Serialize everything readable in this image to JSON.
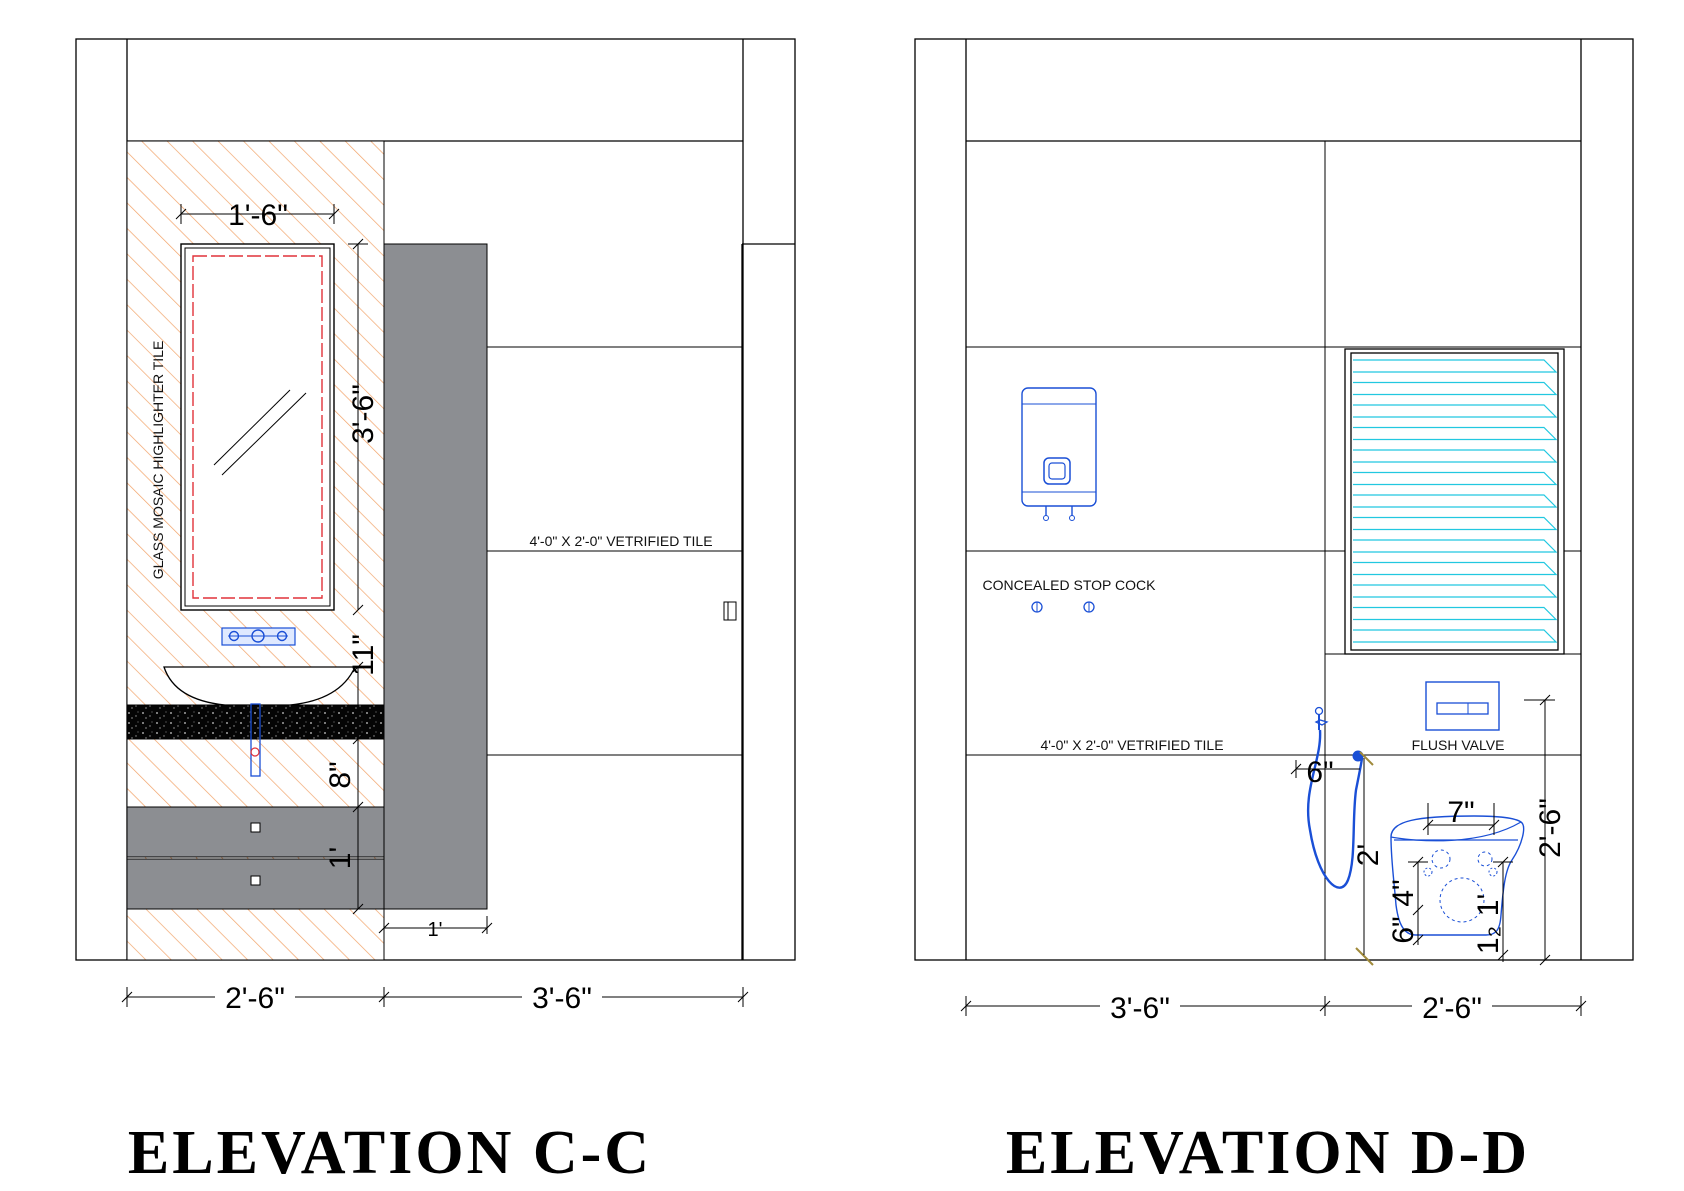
{
  "elevation_cc": {
    "title": "ELEVATION C-C",
    "highlighter_label": "GLASS MOSAIC HIGHLIGHTER TILE",
    "tile_label": "4'-0\" X 2'-0\" VETRIFIED TILE",
    "dims": {
      "mirror_width": "1'-6\"",
      "mirror_height": "3'-6\"",
      "basin_gap": "11\"",
      "counter_gap": "8\"",
      "drawer": "1'",
      "tall_unit_depth": "1'",
      "width_left": "2'-6\"",
      "width_right": "3'-6\""
    }
  },
  "elevation_dd": {
    "title": "ELEVATION D-D",
    "stopcock_label": "CONCEALED STOP COCK",
    "tile_label": "4'-0\" X 2'-0\" VETRIFIED TILE",
    "flush_label": "FLUSH VALVE",
    "dims": {
      "health_faucet_offset": "6\"",
      "faucet_height": "2'",
      "wc_width": "7\"",
      "wc_a": "4\"",
      "wc_b": "6\"",
      "wc_c_whole": "1'",
      "wc_c_frac": "1₂",
      "flush_height": "2'-6\"",
      "width_left": "3'-6\"",
      "width_right": "2'-6\""
    }
  }
}
